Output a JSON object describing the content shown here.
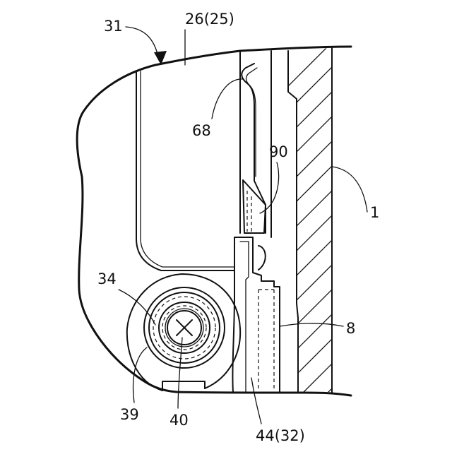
{
  "figure": {
    "labels": {
      "ref_31": "31",
      "ref_26": "26(25)",
      "ref_68": "68",
      "ref_90": "90",
      "ref_1": "1",
      "ref_34": "34",
      "ref_8": "8",
      "ref_39": "39",
      "ref_40": "40",
      "ref_44": "44(32)"
    }
  }
}
